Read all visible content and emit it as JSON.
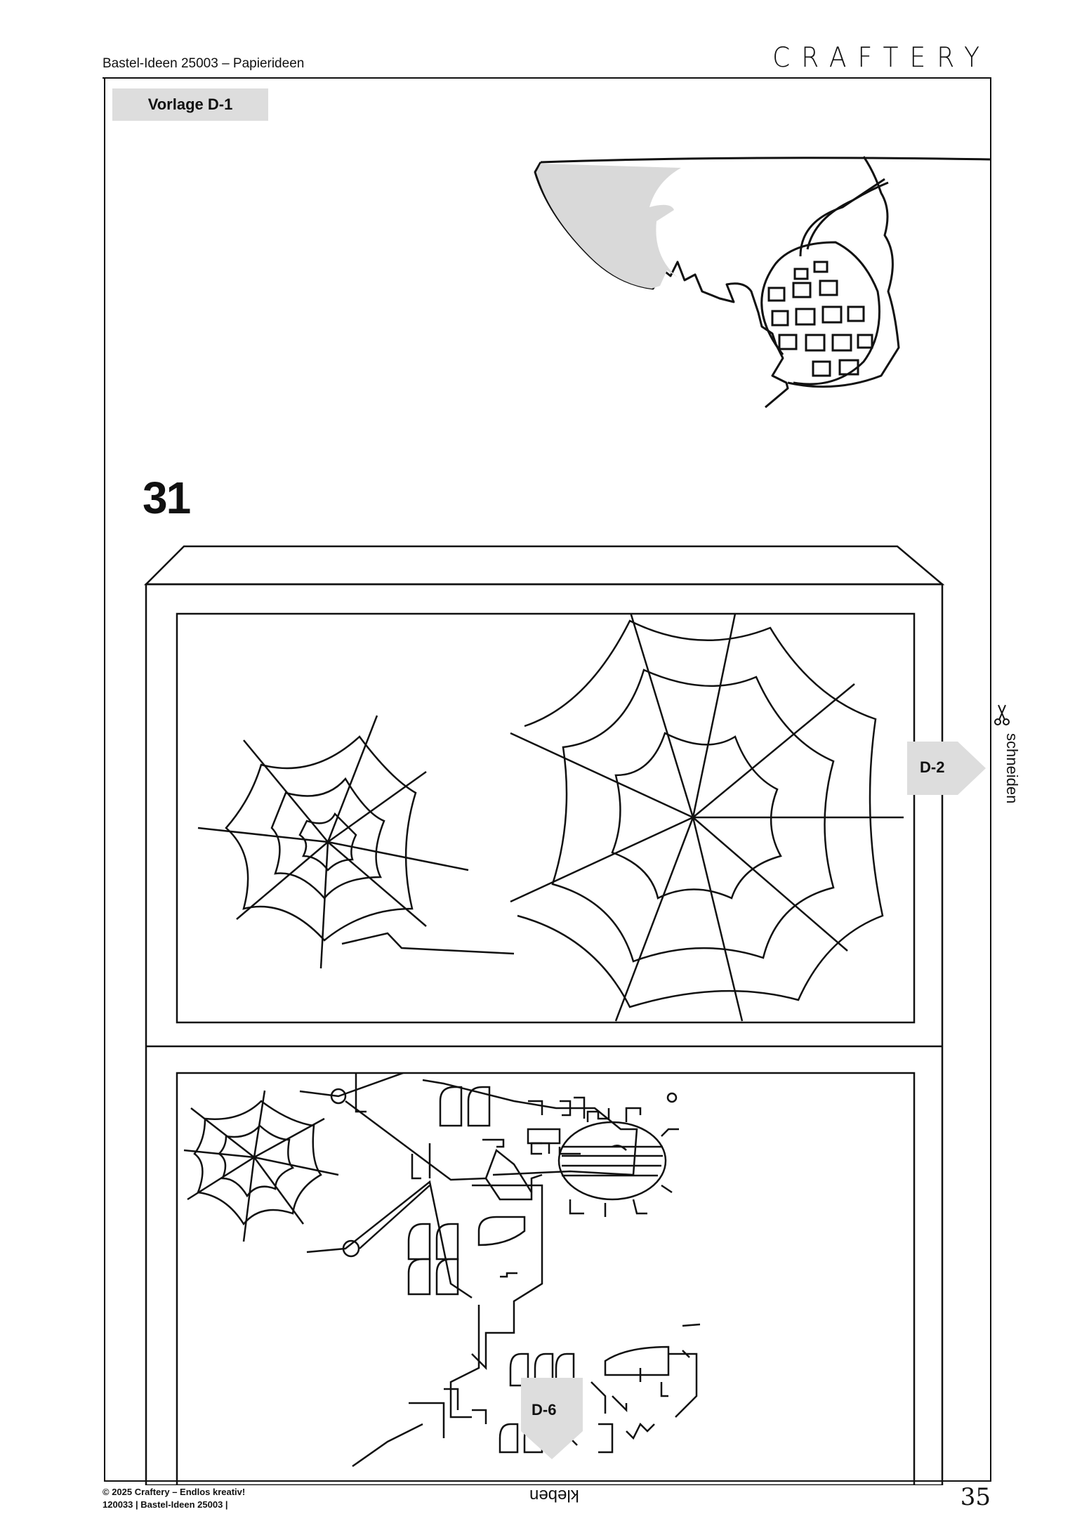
{
  "header": {
    "title": "Bastel-Ideen 25003 – Papierideen",
    "brand": "CRAFTERY"
  },
  "template_tag": "Vorlage D-1",
  "item_number": "31",
  "side": {
    "cut_label": "schneiden",
    "cut_icon": "scissors-icon",
    "connect_right": "D-2",
    "connect_bottom": "D-6",
    "glue_label": "kleben"
  },
  "footer": {
    "copyright": "© 2025 Craftery – Endlos kreativ!",
    "article": "120033 | Bastel-Ideen 25003 |",
    "page_number": "35"
  },
  "colors": {
    "line": "#111111",
    "tab_fill": "#dddddd",
    "shade_fill": "#d9d9d9"
  }
}
